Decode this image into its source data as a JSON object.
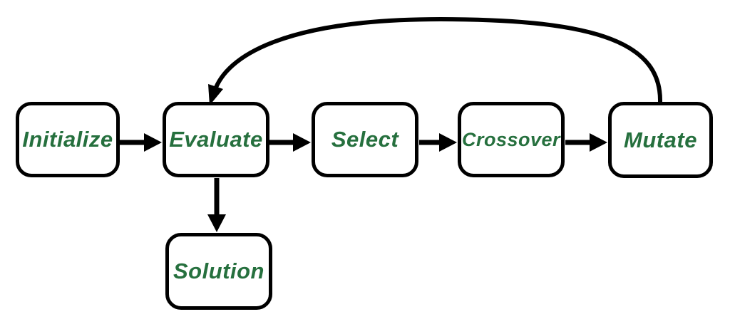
{
  "diagram": {
    "type": "flowchart",
    "background_color": "#ffffff",
    "node_border_color": "#000000",
    "node_fill_color": "#ffffff",
    "label_color": "#26703e",
    "arrow_color": "#000000",
    "nodes": [
      {
        "id": "initialize",
        "label": "Initialize"
      },
      {
        "id": "evaluate",
        "label": "Evaluate"
      },
      {
        "id": "select",
        "label": "Select"
      },
      {
        "id": "crossover",
        "label": "Crossover"
      },
      {
        "id": "mutate",
        "label": "Mutate"
      },
      {
        "id": "solution",
        "label": "Solution"
      }
    ],
    "edges": [
      {
        "from": "initialize",
        "to": "evaluate",
        "style": "straight-horizontal"
      },
      {
        "from": "evaluate",
        "to": "select",
        "style": "straight-horizontal"
      },
      {
        "from": "select",
        "to": "crossover",
        "style": "straight-horizontal"
      },
      {
        "from": "crossover",
        "to": "mutate",
        "style": "straight-horizontal"
      },
      {
        "from": "mutate",
        "to": "evaluate",
        "style": "feedback-arc-over-top"
      },
      {
        "from": "evaluate",
        "to": "solution",
        "style": "straight-vertical"
      }
    ]
  }
}
